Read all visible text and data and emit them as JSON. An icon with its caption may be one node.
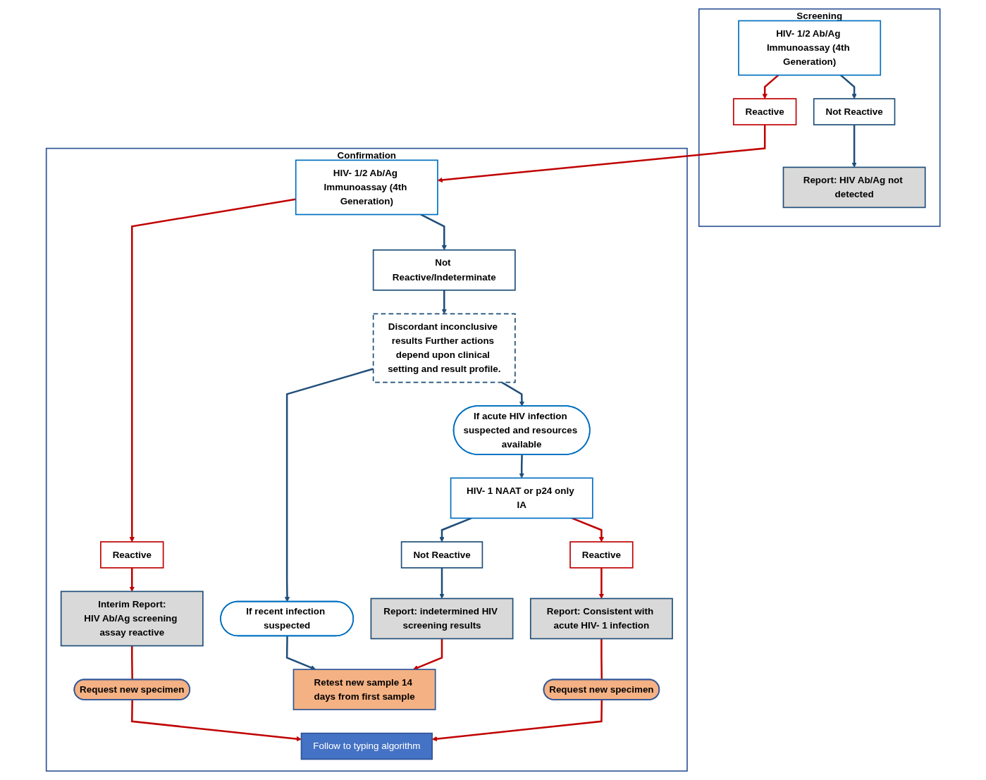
{
  "diagram": {
    "nodes": [
      {
        "text": [
          "Screening"
        ]
      },
      {
        "text": [
          "HIV- 1/2 Ab/Ag Immunoassay (4th Generation)"
        ],
        "in": 0
      },
      {
        "text": [
          "Reactive"
        ],
        "in": 0
      },
      {
        "text": [
          "Not Reactive"
        ],
        "in": 0
      },
      {
        "text": [
          "Report: HIV Ab/Ag not detected"
        ],
        "in": 0
      },
      {
        "text": [
          "Confirmation"
        ]
      },
      {
        "text": [
          "HIV- 1/2 Ab/Ag Immunoassay (4th Generation)"
        ],
        "in": 5
      },
      {
        "text": [
          "Reactive"
        ],
        "in": 5
      },
      {
        "text": [
          "Not Reactive/Indeterminate"
        ],
        "in": 5
      },
      {
        "text": [
          "Discordant inconclusive results Further actions depend upon clinical setting and result profile."
        ],
        "in": 5
      },
      {
        "text": [
          "Interim Report:",
          "HIV Ab/Ag screening assay reactive"
        ],
        "in": 5
      },
      {
        "text": [
          "Request new specimen"
        ],
        "in": 5
      },
      {
        "text": [
          "Follow to typing algorithm"
        ],
        "in": 5
      },
      {
        "text": [
          "Request new specimen"
        ],
        "in": 5
      },
      {
        "text": [
          "If recent infection suspected"
        ],
        "in": 5
      },
      {
        "text": [
          "If acute HIV infection suspected and resources available"
        ],
        "in": 5
      },
      {
        "text": [
          "HIV- 1 NAAT or p24 only IA"
        ],
        "in": 5
      },
      {
        "text": [
          "Not Reactive"
        ],
        "in": 5
      },
      {
        "text": [
          "Reactive"
        ],
        "in": 5
      },
      {
        "text": [
          "Report: indetermined HIV screening results"
        ],
        "in": 5
      },
      {
        "text": [
          "Report: Consistent with acute HIV- 1 infection"
        ],
        "in": 5
      },
      {
        "text": [
          "Retest new sample 14 days from first sample"
        ],
        "in": 5
      }
    ],
    "edges": [
      {
        "from": 1,
        "to": 2,
        "arrow": "to",
        "color": "#c00000"
      },
      {
        "from": 1,
        "to": 3,
        "arrow": "to",
        "color": "#1f4e79"
      },
      {
        "from": 3,
        "to": 4,
        "arrow": "to",
        "color": "#1f4e79"
      },
      {
        "from": 2,
        "to": 6,
        "arrow": "to",
        "color": "#c00000"
      },
      {
        "from": 6,
        "to": 7,
        "arrow": "to",
        "color": "#c00000"
      },
      {
        "from": 6,
        "to": 8,
        "arrow": "to",
        "color": "#1f4e79"
      },
      {
        "from": 8,
        "to": 9,
        "arrow": "to",
        "color": "#1f4e79"
      },
      {
        "from": 7,
        "to": 10,
        "arrow": "to",
        "color": "#c00000"
      },
      {
        "from": 10,
        "to": 11,
        "arrow": "none",
        "color": "#c00000"
      },
      {
        "from": 11,
        "to": 12,
        "arrow": "to",
        "color": "#c00000"
      },
      {
        "from": 9,
        "to": 14,
        "arrow": "to",
        "color": "#1f4e79"
      },
      {
        "from": 9,
        "to": 15,
        "arrow": "to",
        "color": "#1f4e79"
      },
      {
        "from": 14,
        "to": 21,
        "arrow": "to",
        "color": "#1f4e79"
      },
      {
        "from": 15,
        "to": 16,
        "arrow": "to",
        "color": "#1f4e79"
      },
      {
        "from": 16,
        "to": 17,
        "arrow": "to",
        "color": "#1f4e79"
      },
      {
        "from": 16,
        "to": 18,
        "arrow": "to",
        "color": "#c00000"
      },
      {
        "from": 17,
        "to": 19,
        "arrow": "to",
        "color": "#1f4e79"
      },
      {
        "from": 18,
        "to": 20,
        "arrow": "to",
        "color": "#c00000"
      },
      {
        "from": 19,
        "to": 21,
        "arrow": "to",
        "color": "#c00000"
      },
      {
        "from": 20,
        "to": 13,
        "arrow": "none",
        "color": "#c00000"
      },
      {
        "from": 13,
        "to": 12,
        "arrow": "to",
        "color": "#c00000"
      }
    ]
  }
}
